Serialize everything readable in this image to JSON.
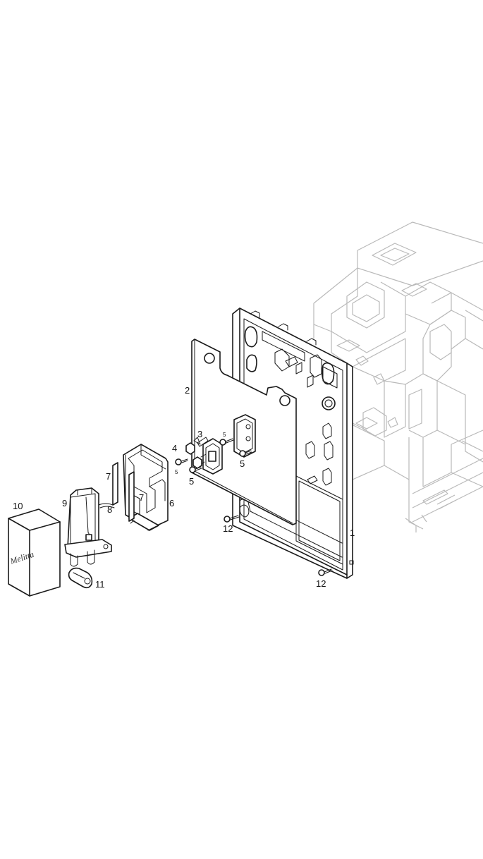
{
  "callouts": {
    "c1": "1",
    "c2": "2",
    "c3": "3",
    "c4": "4",
    "c5a": "5",
    "c5b": "5",
    "c5c": "5",
    "c5d": "5",
    "c6": "6",
    "c7a": "7",
    "c7b": "7",
    "c8": "8",
    "c9": "9",
    "c10": "10",
    "c11": "11",
    "c12a": "12",
    "c12b": "12"
  },
  "logo_text": "Melitta",
  "colors": {
    "line": "#1a1a1a",
    "ghost": "#b9b9b9",
    "background": "#ffffff"
  }
}
